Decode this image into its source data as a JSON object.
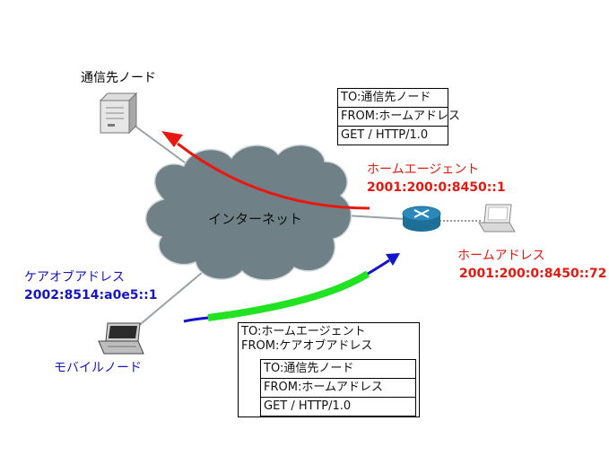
{
  "nodes": {
    "correspondent_label": "通信先ノード",
    "mobile_label": "モバイルノード",
    "internet_label": "インターネット",
    "home_agent_label": "ホームエージェント",
    "home_agent_addr": "2001:200:0:8450::1",
    "home_addr_label": "ホームアドレス",
    "home_addr_value": "2001:200:0:8450::72",
    "careof_label": "ケアオブアドレス",
    "careof_value": "2002:8514:a0e5::1"
  },
  "packet_top": {
    "rows": [
      "TO:通信先ノード",
      "FROM:ホームアドレス",
      "GET / HTTP/1.0"
    ]
  },
  "packet_outer": {
    "rows": [
      "TO:ホームエージェント",
      "FROM:ケアオブアドレス"
    ]
  },
  "packet_inner": {
    "rows": [
      "TO:通信先ノード",
      "FROM:ホームアドレス",
      "GET / HTTP/1.0"
    ]
  },
  "colors": {
    "red": "#e8170f",
    "blue": "#1414c8",
    "green": "#22e322",
    "cloud": "#6f8086",
    "router": "#2a89b8"
  }
}
